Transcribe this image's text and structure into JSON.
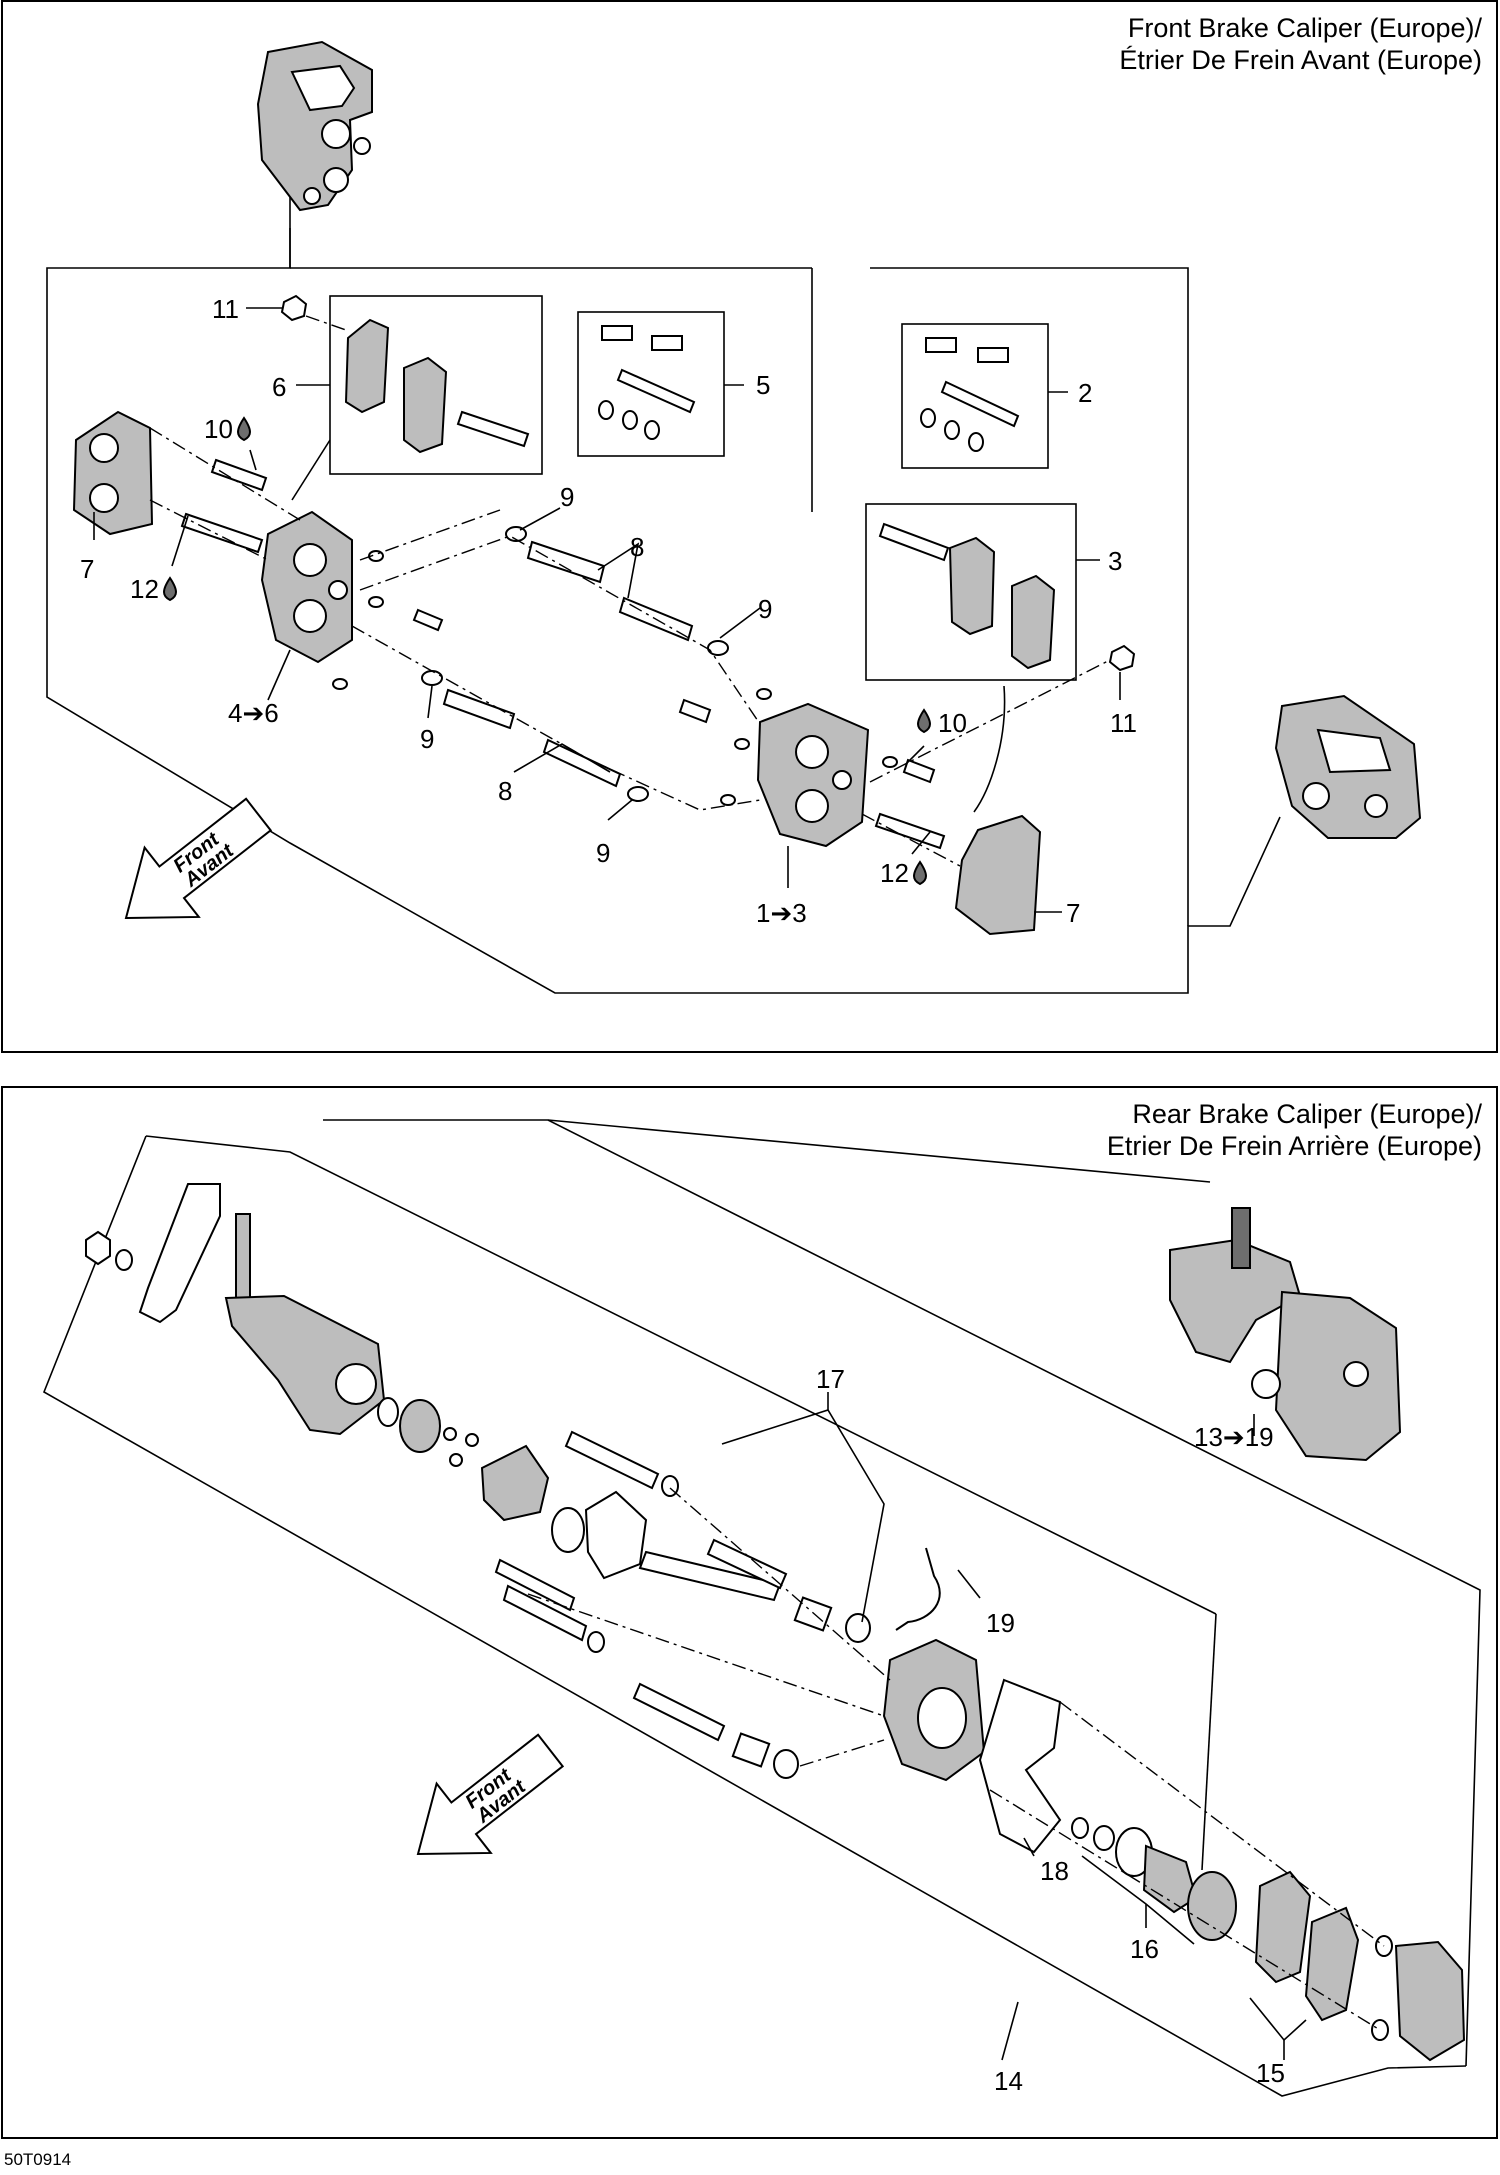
{
  "front": {
    "title_line1": "Front Brake Caliper (Europe)/",
    "title_line2": "Étrier De Frein Avant (Europe)",
    "callouts": {
      "c11a": "11",
      "c6": "6",
      "c10a": "10",
      "c7a": "7",
      "c12a": "12",
      "c4to6": "4➔6",
      "c5": "5",
      "c2": "2",
      "c3": "3",
      "c9a": "9",
      "c8a": "8",
      "c9b": "9",
      "c9c": "9",
      "c8b": "8",
      "c9d": "9",
      "c11b": "11",
      "c10b": "10",
      "c12b": "12",
      "c1to3": "1➔3",
      "c7b": "7"
    },
    "arrow_line1": "Front",
    "arrow_line2": "Avant"
  },
  "rear": {
    "title_line1": "Rear Brake Caliper (Europe)/",
    "title_line2": "Etrier De Frein Arrière (Europe)",
    "callouts": {
      "c17": "17",
      "c13to19": "13➔19",
      "c19": "19",
      "c18": "18",
      "c16": "16",
      "c14": "14",
      "c15": "15"
    },
    "arrow_line1": "Front",
    "arrow_line2": "Avant"
  },
  "reference_code": "50T0914"
}
